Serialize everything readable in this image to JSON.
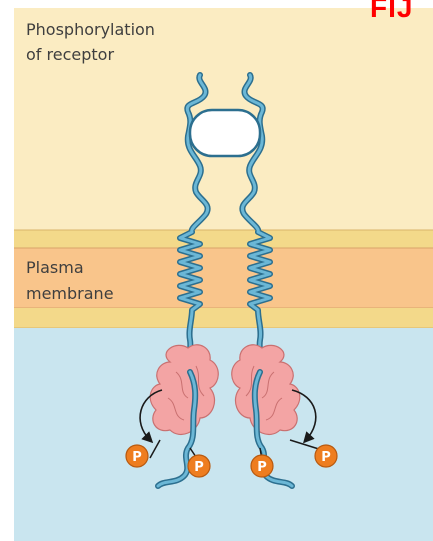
{
  "labels": {
    "title_line_1": "Phosphorylation",
    "title_line_2": "of receptor",
    "membrane_line_1": "Plasma",
    "membrane_line_2": "membrane",
    "corner_mark": "FIJ"
  },
  "phosphate_label": "P",
  "colors": {
    "extracellular": "#fbecc2",
    "membrane_band": "#f9c58b",
    "membrane_edge": "#f3d98a",
    "cytoplasm": "#c9e5ef",
    "receptor_strand": "#52a3c6",
    "receptor_outline": "#2c6f8f",
    "kinase_domain": "#f3a4a4",
    "phosphate": "#ee7d1f",
    "corner_mark": "#ff0000"
  },
  "icons": [
    "ligand-capsule",
    "kinase-domain",
    "phosphate-circle",
    "curved-arrow"
  ]
}
